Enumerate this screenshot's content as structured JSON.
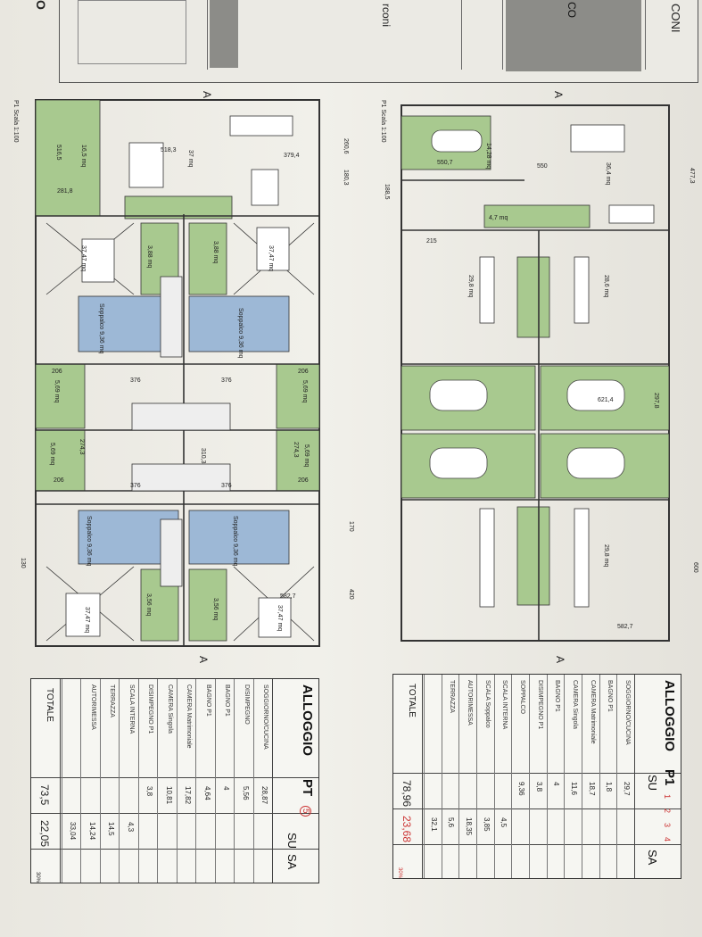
{
  "title_block": {
    "cells": [
      "CONI",
      "CO",
      "rconi",
      "O"
    ]
  },
  "plan_left": {
    "scale": "P1 Scala 1:100",
    "section_marks": [
      "A",
      "A"
    ],
    "rooms": [
      "37 mq",
      "37,47 mq",
      "3,88 mq",
      "3,88 mq",
      "37,47 mq",
      "Soppalco 9,36 mq",
      "Soppalco 9,36 mq",
      "5,69 mq",
      "5,69 mq",
      "5,69 mq",
      "5,69 mq",
      "Soppalco 9,36 mq",
      "Soppalco 9,36 mq",
      "3,56 mq",
      "3,56 mq",
      "37,47 mq",
      "37,47 mq",
      "16,5 mq"
    ],
    "dims": [
      "518,3",
      "379,4",
      "516,5",
      "281,8",
      "206",
      "376",
      "376",
      "206",
      "274,3",
      "376",
      "376",
      "310,3",
      "274,3",
      "206",
      "206",
      "582,7",
      "420",
      "170",
      "130",
      "260,6",
      "180,3"
    ]
  },
  "plan_right": {
    "scale": "P1 Scala 1:100",
    "section_marks": [
      "A",
      "A"
    ],
    "rooms": [
      "14,28 mq",
      "36,4 mq",
      "4,7 mq",
      "29,8 mq",
      "28,6 mq",
      "29,8 mq"
    ],
    "dims": [
      "550,7",
      "550",
      "477,3",
      "188,5",
      "215",
      "621,4",
      "297,8",
      "600",
      "582,7"
    ]
  },
  "table_p1": {
    "title": "ALLOGGIO",
    "unit": "P1",
    "unit_numbers": [
      "1",
      "2",
      "3",
      "4"
    ],
    "col_su": "SU",
    "col_sa": "SA",
    "rows": [
      {
        "label": "SOGGIORNO/CUCINA",
        "su": "29,7",
        "sa": ""
      },
      {
        "label": "BAGNO P1",
        "su": "1,8",
        "sa": ""
      },
      {
        "label": "CAMERA Matrimoniale",
        "su": "18,7",
        "sa": ""
      },
      {
        "label": "CAMERA Singola",
        "su": "11,6",
        "sa": ""
      },
      {
        "label": "BAGNO P1",
        "su": "4",
        "sa": ""
      },
      {
        "label": "DISIMPEGNO P1",
        "su": "3,8",
        "sa": ""
      },
      {
        "label": "SOPPALCO",
        "su": "9,36",
        "sa": ""
      },
      {
        "label": "SCALA INTERNA",
        "su": "",
        "sa": "4,5"
      },
      {
        "label": "SCALA Soppalco",
        "su": "",
        "sa": "3,85"
      },
      {
        "label": "AUTORIMESSA",
        "su": "",
        "sa": "18,35"
      },
      {
        "label": "TERRAZZA",
        "su": "",
        "sa": "5,6"
      },
      {
        "label": "",
        "su": "",
        "sa": "32,1"
      }
    ],
    "total_label": "TOTALE",
    "total_su": "78,96",
    "total_sa": "23,68",
    "pct": "30%"
  },
  "table_pt": {
    "title": "ALLOGGIO",
    "unit": "PT",
    "unit_numbers": [
      "5"
    ],
    "col_su": "SU",
    "col_sa": "SA",
    "rows": [
      {
        "label": "SOGGIORNO/CUCINA",
        "su": "28,87",
        "sa": ""
      },
      {
        "label": "DISIMPEGNO",
        "su": "5,56",
        "sa": ""
      },
      {
        "label": "BAGNO P1",
        "su": "4",
        "sa": ""
      },
      {
        "label": "BAGNO P1",
        "su": "4,64",
        "sa": ""
      },
      {
        "label": "CAMERA Matrimoniale",
        "su": "17,82",
        "sa": ""
      },
      {
        "label": "CAMERA Singola",
        "su": "10,81",
        "sa": ""
      },
      {
        "label": "DISIMPEGNO P1",
        "su": "3,8",
        "sa": ""
      },
      {
        "label": "SCALA INTERNA",
        "su": "",
        "sa": "4,3"
      },
      {
        "label": "TERRAZZA",
        "su": "",
        "sa": "14,5"
      },
      {
        "label": "AUTORIMESSA",
        "su": "",
        "sa": "14,24"
      },
      {
        "label": "",
        "su": "",
        "sa": "33,04"
      }
    ],
    "total_label": "TOTALE",
    "total_su": "73,5",
    "total_sa": "22,05",
    "pct": "30%"
  }
}
